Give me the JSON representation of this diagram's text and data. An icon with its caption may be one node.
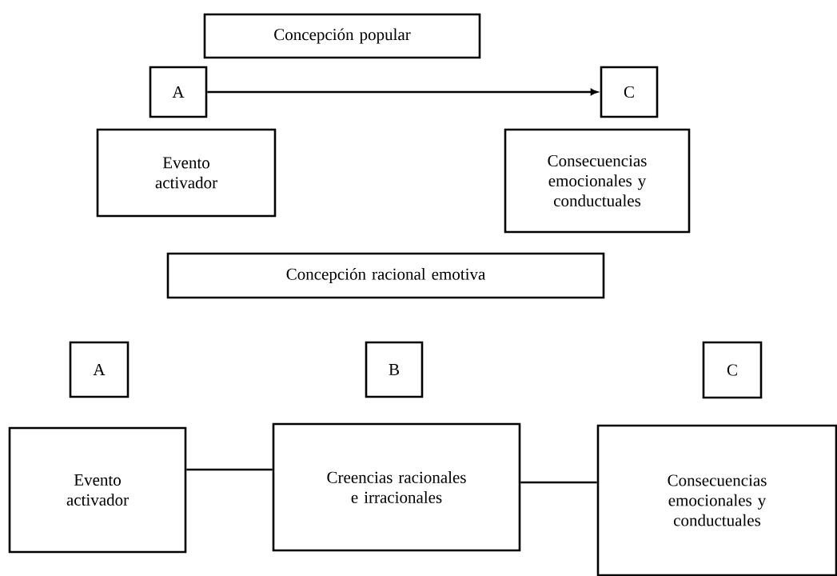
{
  "diagram": {
    "nodes": [
      {
        "text": [
          "Concepción popular"
        ]
      },
      {
        "text": [
          "A"
        ]
      },
      {
        "text": [
          "C"
        ]
      },
      {
        "text": [
          "Evento activador"
        ]
      },
      {
        "text": [
          "Consecuencias emocionales y conductuales"
        ]
      },
      {
        "text": [
          "Concepción racional emotiva"
        ]
      },
      {
        "text": [
          "A"
        ]
      },
      {
        "text": [
          "B"
        ]
      },
      {
        "text": [
          "C"
        ]
      },
      {
        "text": [
          "Evento activador"
        ]
      },
      {
        "text": [
          "Creencias racionales e irracionales"
        ]
      },
      {
        "text": [
          "Consecuencias emocionales y conductuales"
        ]
      }
    ],
    "edges": [
      {
        "from": 1,
        "to": 2,
        "arrow": "to"
      },
      {
        "from": 9,
        "to": 10,
        "arrow": "none"
      },
      {
        "from": 10,
        "to": 11,
        "arrow": "none"
      }
    ]
  }
}
